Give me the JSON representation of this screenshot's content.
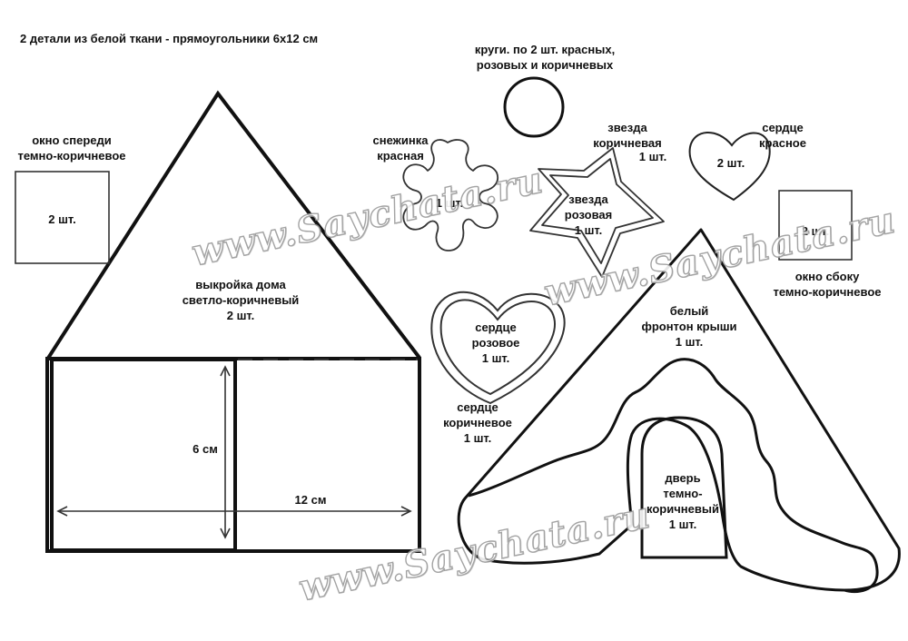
{
  "header_note": "2 детали из белой ткани - прямоугольники 6х12 см",
  "labels": {
    "circles": [
      "круги. по 2 шт. красных,",
      "розовых и коричневых"
    ],
    "front_window": [
      "окно спереди",
      "темно-коричневое"
    ],
    "front_window_count": "2 шт.",
    "snowflake": [
      "снежинка",
      "красная"
    ],
    "snowflake_count": "1 шт.",
    "brown_star": [
      "звезда",
      "коричневая"
    ],
    "brown_star_count": "1 шт.",
    "pink_star": [
      "звезда",
      "розовая",
      "1 шт."
    ],
    "red_heart": [
      "сердце",
      "красное"
    ],
    "red_heart_count": "2 шт.",
    "side_window_count": "2 шт.",
    "side_window": [
      "окно сбоку",
      "темно-коричневое"
    ],
    "house_pattern": [
      "выкройка дома",
      "светло-коричневый",
      "2 шт."
    ],
    "pink_heart": [
      "сердце",
      "розовое",
      "1 шт."
    ],
    "brown_heart": [
      "сердце",
      "коричневое",
      "1 шт."
    ],
    "roof_gable": [
      "белый",
      "фронтон крыши",
      "1 шт."
    ],
    "door": [
      "дверь",
      "темно-",
      "коричневый",
      "1 шт."
    ],
    "dim_height": "6 см",
    "dim_width": "12 см"
  },
  "watermarks": [
    "www.Saychata.ru",
    "www.Saychata.ru",
    "www.Saychata.ru",
    "www.Saychata.ru",
    "www.Saychata.ru"
  ],
  "colors": {
    "line": "#111111",
    "watermark_fill": "#ffffff",
    "watermark_stroke": "#9a9a9a"
  }
}
